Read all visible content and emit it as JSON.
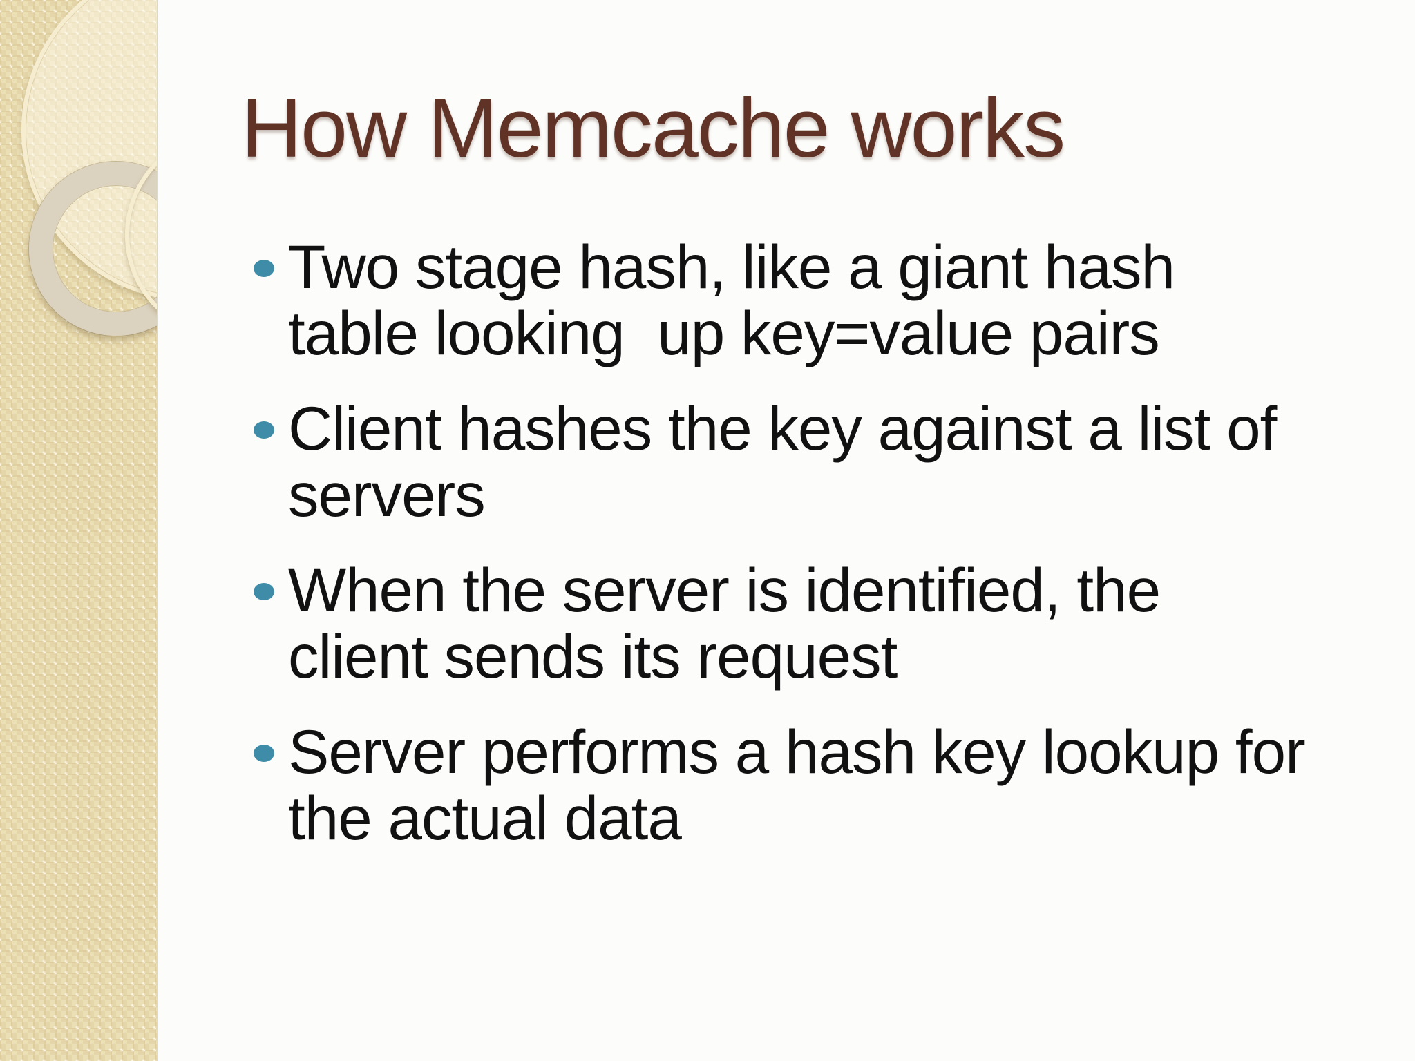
{
  "slide": {
    "title": "How Memcache works",
    "bullets": [
      {
        "lines": [
          "Two stage hash, like a giant hash",
          "table looking  up key=value pairs"
        ]
      },
      {
        "lines": [
          "Client hashes the key against a list of",
          "servers"
        ]
      },
      {
        "lines": [
          "When the server is identified, the",
          "client sends its request"
        ]
      },
      {
        "lines": [
          "Server performs a hash key lookup for",
          "the actual data"
        ]
      }
    ]
  },
  "theme": {
    "bg": "#FCFCFA",
    "title-color": "#613327",
    "text-color": "#111111",
    "bullet-color": "#3E8CA8",
    "sidebar-base": "#EBDFB6",
    "ring-cream": "#F6EDD0",
    "ring-gray": "#DBD2BF"
  }
}
